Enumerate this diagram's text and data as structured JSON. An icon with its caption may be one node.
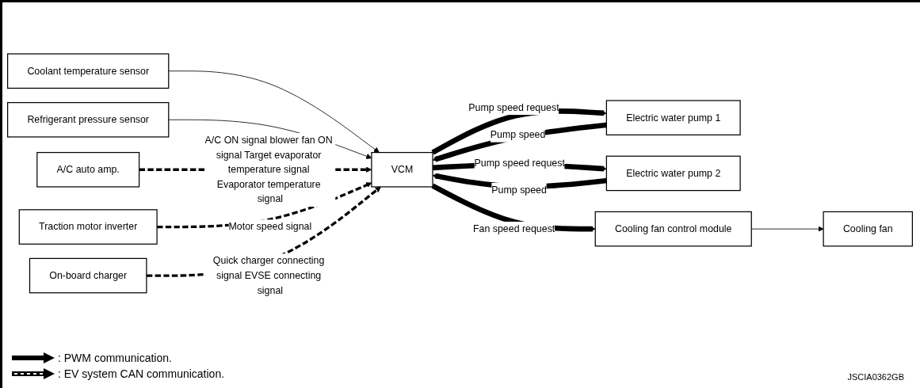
{
  "diagram": {
    "nodes": [
      {
        "text": [
          "Coolant temperature sensor"
        ]
      },
      {
        "text": [
          "Refrigerant pressure sensor"
        ]
      },
      {
        "text": [
          "A/C auto amp."
        ]
      },
      {
        "text": [
          "Traction motor inverter"
        ]
      },
      {
        "text": [
          "On-board charger"
        ]
      },
      {
        "text": [
          "VCM"
        ]
      },
      {
        "text": [
          "Electric water pump 1"
        ]
      },
      {
        "text": [
          "Electric water pump 2"
        ]
      },
      {
        "text": [
          "Cooling fan control module"
        ]
      },
      {
        "text": [
          "Cooling fan"
        ]
      }
    ],
    "edges": [
      {
        "from": 0,
        "to": 5,
        "arrow": "to"
      },
      {
        "from": 1,
        "to": 5,
        "arrow": "to"
      },
      {
        "from": 2,
        "to": 5,
        "arrow": "to",
        "label": "A/C ON signal blower fan ON signal Target evaporator temperature signal Evaporator temperature signal",
        "style": "dashed"
      },
      {
        "from": 3,
        "to": 5,
        "arrow": "to",
        "label": "Motor speed signal",
        "style": "dashed"
      },
      {
        "from": 4,
        "to": 5,
        "arrow": "to",
        "label": "Quick charger connecting signal EVSE connecting signal",
        "style": "dashed"
      },
      {
        "from": 5,
        "to": 6,
        "arrow": "to",
        "label": "Pump speed request",
        "style": "thick"
      },
      {
        "from": 6,
        "to": 5,
        "arrow": "to",
        "label": "Pump speed",
        "style": "thick"
      },
      {
        "from": 5,
        "to": 7,
        "arrow": "to",
        "label": "Pump speed request",
        "style": "thick"
      },
      {
        "from": 7,
        "to": 5,
        "arrow": "to",
        "label": "Pump speed",
        "style": "thick"
      },
      {
        "from": 5,
        "to": 8,
        "arrow": "to",
        "label": "Fan speed request",
        "style": "thick"
      },
      {
        "from": 8,
        "to": 9,
        "arrow": "to"
      }
    ],
    "labels": [
      "JSCIA0362GB"
    ],
    "legend": [
      {
        "text": ": PWM communication."
      },
      {
        "text": ": EV system CAN communication."
      }
    ]
  }
}
